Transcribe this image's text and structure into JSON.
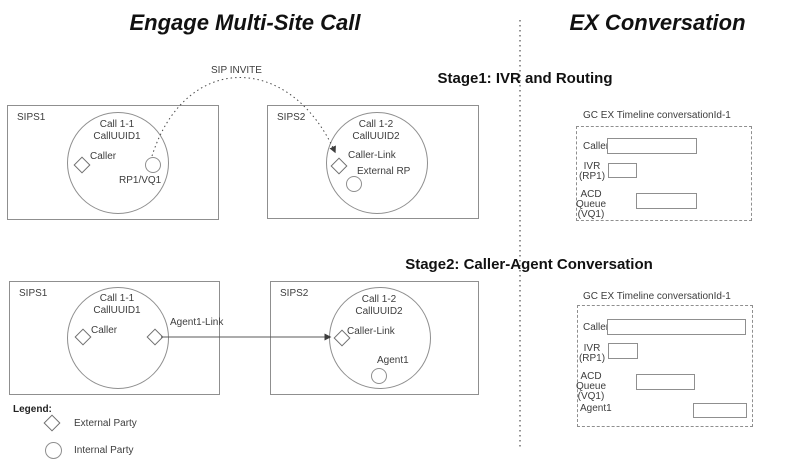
{
  "header": {
    "left_title": "Engage Multi-Site Call",
    "right_title": "EX Conversation"
  },
  "stage1": {
    "heading": "Stage1: IVR and Routing",
    "sip_invite_label": "SIP INVITE",
    "sips1": {
      "label": "SIPS1",
      "call": "Call 1-1",
      "call_uuid": "CallUUID1",
      "caller": "Caller",
      "rp": "RP1/VQ1"
    },
    "sips2": {
      "label": "SIPS2",
      "call": "Call 1-2",
      "call_uuid": "CallUUID2",
      "caller_link": "Caller-Link",
      "external_rp": "External RP"
    },
    "timeline": {
      "title": "GC EX Timeline conversationId-1",
      "caller": "Caller",
      "ivr": "IVR (RP1)",
      "acd": "ACD Queue (VQ1)"
    }
  },
  "stage2": {
    "heading": "Stage2: Caller-Agent Conversation",
    "sips1": {
      "label": "SIPS1",
      "call": "Call 1-1",
      "call_uuid": "CallUUID1",
      "caller": "Caller",
      "agent1_link": "Agent1-Link"
    },
    "sips2": {
      "label": "SIPS2",
      "call": "Call 1-2",
      "call_uuid": "CallUUID2",
      "caller_link": "Caller-Link",
      "agent1": "Agent1"
    },
    "timeline": {
      "title": "GC EX Timeline conversationId-1",
      "caller": "Caller",
      "ivr": "IVR (RP1)",
      "acd": "ACD Queue (VQ1)",
      "agent1": "Agent1"
    }
  },
  "legend": {
    "title": "Legend:",
    "external_party": "External Party",
    "internal_party": "Internal Party"
  },
  "colors": {
    "line": "#8f8f8f",
    "text": "#3d3d3d",
    "heading": "#111111"
  }
}
